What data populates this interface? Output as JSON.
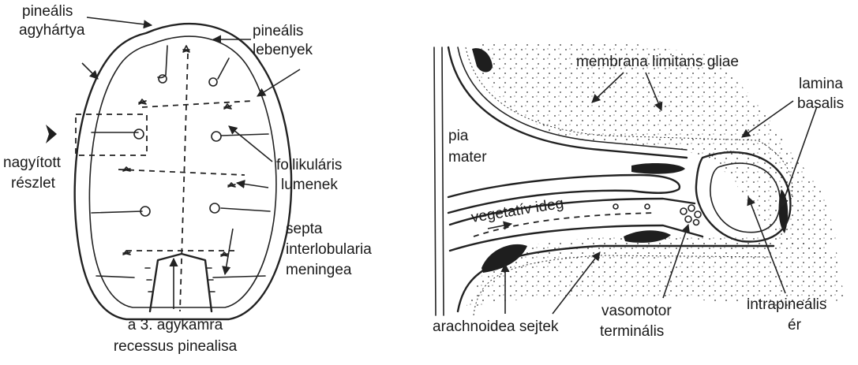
{
  "left_figure": {
    "labels": {
      "pinealis_agyhartya_1": "pineális",
      "pinealis_agyhartya_2": "agyhártya",
      "pinealis_lebenyek_1": "pineális",
      "pinealis_lebenyek_2": "lebenyek",
      "nagyitott_1": "nagyított",
      "nagyitott_2": "részlet",
      "follikularis_1": "follikuláris",
      "follikularis_2": "lumenek",
      "septa_1": "septa",
      "septa_2": "interlobularia",
      "septa_3": "meningea",
      "recessus_1": "a 3. agykamra",
      "recessus_2": "recessus pinealisa"
    }
  },
  "right_figure": {
    "labels": {
      "membrana": "membrana limitans gliae",
      "lamina_1": "lamina",
      "lamina_2": "basalis",
      "pia_1": "pia",
      "pia_2": "mater",
      "vegetativ": "vegetatív ideg",
      "arachnoidea": "arachnoidea sejtek",
      "vasomotor_1": "vasomotor",
      "vasomotor_2": "terminális",
      "intrapinealis_1": "intrapineális",
      "intrapinealis_2": "ér"
    }
  }
}
